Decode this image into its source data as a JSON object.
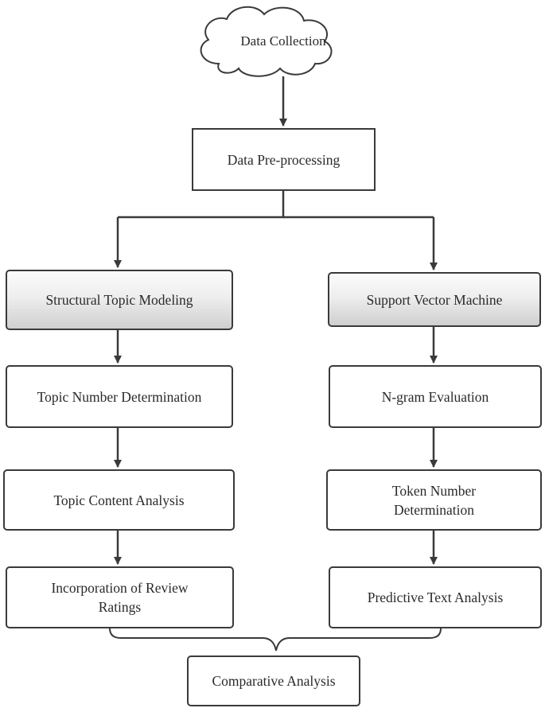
{
  "nodes": {
    "data_collection": "Data Collection",
    "data_preprocessing": "Data Pre-processing",
    "stm": "Structural Topic Modeling",
    "svm": "Support Vector Machine",
    "topic_number": "Topic Number Determination",
    "ngram": "N-gram Evaluation",
    "topic_content": "Topic Content Analysis",
    "token_number": "Token Number Determination",
    "review_ratings": "Incorporation of Review Ratings",
    "predictive_text": "Predictive Text Analysis",
    "comparative": "Comparative Analysis"
  }
}
